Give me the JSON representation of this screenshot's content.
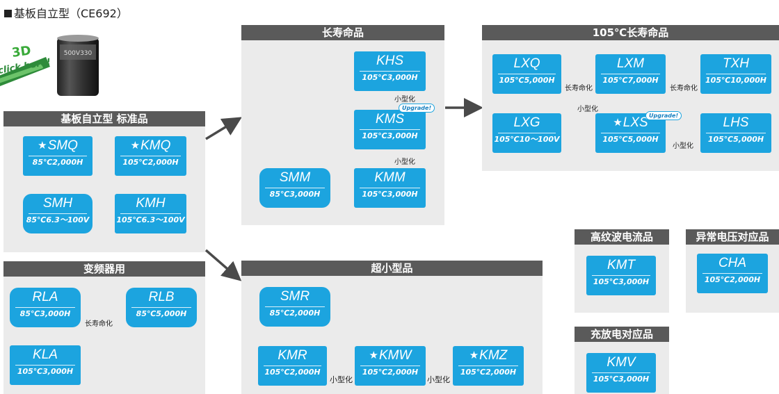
{
  "page_title": "基板自立型（CE692）",
  "badge_3d": {
    "big": "3D",
    "small": "click here!"
  },
  "capacitor_label": "500V330",
  "groups": {
    "standard": "基板自立型 标准品",
    "long_life": "长寿命品",
    "long_life_105": "105℃长寿命品",
    "inverter": "变频器用",
    "ultra_small": "超小型品",
    "high_ripple": "高纹波电流品",
    "abnormal_voltage": "异常电压对应品",
    "charge_discharge": "充放电对应品"
  },
  "products": {
    "SMQ": {
      "name": "SMQ",
      "spec": "85℃2,000H",
      "star": "★"
    },
    "KMQ": {
      "name": "KMQ",
      "spec": "105℃2,000H",
      "star": "★"
    },
    "SMH": {
      "name": "SMH",
      "spec": "85℃6.3～100V"
    },
    "KMH": {
      "name": "KMH",
      "spec": "105℃6.3～100V"
    },
    "KHS": {
      "name": "KHS",
      "spec": "105℃3,000H"
    },
    "KMS": {
      "name": "KMS",
      "spec": "105℃3,000H"
    },
    "SMM": {
      "name": "SMM",
      "spec": "85℃3,000H"
    },
    "KMM": {
      "name": "KMM",
      "spec": "105℃3,000H"
    },
    "LXQ": {
      "name": "LXQ",
      "spec": "105℃5,000H"
    },
    "LXM": {
      "name": "LXM",
      "spec": "105℃7,000H"
    },
    "TXH": {
      "name": "TXH",
      "spec": "105℃10,000H"
    },
    "LXG": {
      "name": "LXG",
      "spec": "105℃10～100V"
    },
    "LXS": {
      "name": "LXS",
      "spec": "105℃5,000H",
      "star": "★"
    },
    "LHS": {
      "name": "LHS",
      "spec": "105℃5,000H"
    },
    "RLA": {
      "name": "RLA",
      "spec": "85℃3,000H"
    },
    "RLB": {
      "name": "RLB",
      "spec": "85℃5,000H"
    },
    "KLA": {
      "name": "KLA",
      "spec": "105℃3,000H"
    },
    "SMR": {
      "name": "SMR",
      "spec": "85℃2,000H"
    },
    "KMR": {
      "name": "KMR",
      "spec": "105℃2,000H"
    },
    "KMW": {
      "name": "KMW",
      "spec": "105℃2,000H",
      "star": "★"
    },
    "KMZ": {
      "name": "KMZ",
      "spec": "105℃2,000H",
      "star": "★"
    },
    "KMT": {
      "name": "KMT",
      "spec": "105℃3,000H"
    },
    "CHA": {
      "name": "CHA",
      "spec": "105℃2,000H"
    },
    "KMV": {
      "name": "KMV",
      "spec": "105℃3,000H"
    }
  },
  "labels": {
    "long_life": "长寿命化",
    "miniaturize": "小型化",
    "upgrade": "Upgrade!"
  },
  "colors": {
    "box": "#1ca4df",
    "header": "#5a5a5a",
    "group_bg": "#ebebeb",
    "arrow": "#4a4a4a"
  }
}
